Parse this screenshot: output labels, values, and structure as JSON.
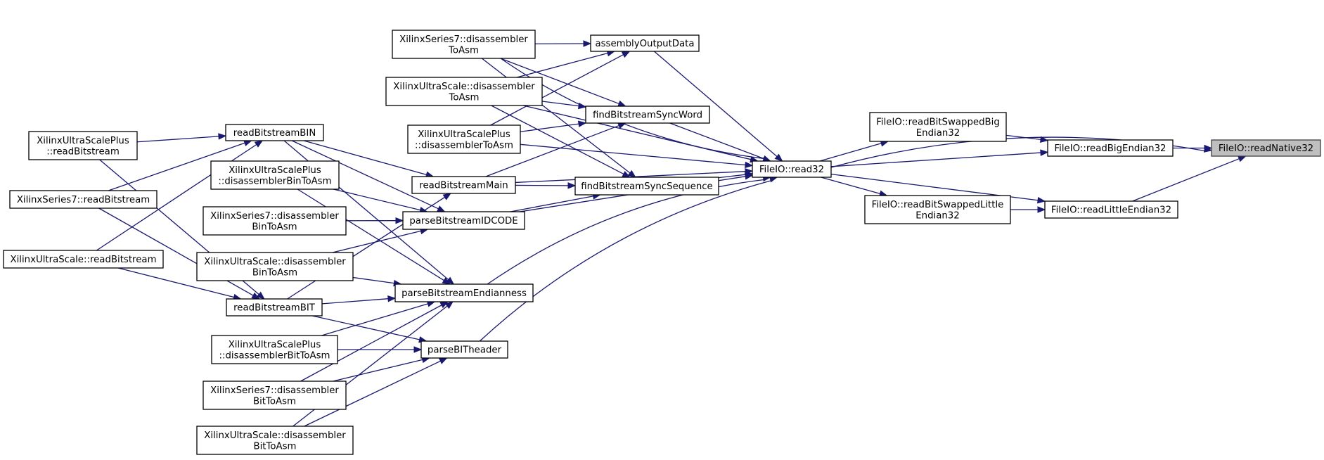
{
  "diagram": {
    "type": "doxygen-caller-graph",
    "focus_node": "readNative32",
    "colors": {
      "edge": "#191970",
      "focus_fill": "#bfbfbf",
      "node_fill": "#ffffff",
      "node_border": "#000000"
    },
    "nodes": [
      {
        "id": "readNative32",
        "lines": [
          "FileIO::readNative32"
        ],
        "focus": true
      },
      {
        "id": "readBigEndian32",
        "lines": [
          "FileIO::readBigEndian32"
        ]
      },
      {
        "id": "readLittleEndian32",
        "lines": [
          "FileIO::readLittleEndian32"
        ]
      },
      {
        "id": "readBitSwappedBigEndian32",
        "lines": [
          "FileIO::readBitSwappedBig",
          "Endian32"
        ]
      },
      {
        "id": "readBitSwappedLittleEndian32",
        "lines": [
          "FileIO::readBitSwappedLittle",
          "Endian32"
        ]
      },
      {
        "id": "read32",
        "lines": [
          "FileIO::read32"
        ]
      },
      {
        "id": "assemblyOutputData",
        "lines": [
          "assemblyOutputData"
        ]
      },
      {
        "id": "findBitstreamSyncWord",
        "lines": [
          "findBitstreamSyncWord"
        ]
      },
      {
        "id": "findBitstreamSyncSequence",
        "lines": [
          "findBitstreamSyncSequence"
        ]
      },
      {
        "id": "readBitstreamMain",
        "lines": [
          "readBitstreamMain"
        ]
      },
      {
        "id": "parseBitstreamIDCODE",
        "lines": [
          "parseBitstreamIDCODE"
        ]
      },
      {
        "id": "parseBitstreamEndianness",
        "lines": [
          "parseBitstreamEndianness"
        ]
      },
      {
        "id": "parseBITheader",
        "lines": [
          "parseBITheader"
        ]
      },
      {
        "id": "xs7DisToAsm",
        "lines": [
          "XilinxSeries7::disassembler",
          "ToAsm"
        ]
      },
      {
        "id": "xusDisToAsm",
        "lines": [
          "XilinxUltraScale::disassembler",
          "ToAsm"
        ]
      },
      {
        "id": "xuspDisToAsm",
        "lines": [
          "XilinxUltraScalePlus",
          "::disassemblerToAsm"
        ]
      },
      {
        "id": "readBitstreamBIN",
        "lines": [
          "readBitstreamBIN"
        ]
      },
      {
        "id": "readBitstreamBIT",
        "lines": [
          "readBitstreamBIT"
        ]
      },
      {
        "id": "xuspDisBinToAsm",
        "lines": [
          "XilinxUltraScalePlus",
          "::disassemblerBinToAsm"
        ]
      },
      {
        "id": "xs7DisBinToAsm",
        "lines": [
          "XilinxSeries7::disassembler",
          "BinToAsm"
        ]
      },
      {
        "id": "xusDisBinToAsm",
        "lines": [
          "XilinxUltraScale::disassembler",
          "BinToAsm"
        ]
      },
      {
        "id": "xuspDisBitToAsm",
        "lines": [
          "XilinxUltraScalePlus",
          "::disassemblerBitToAsm"
        ]
      },
      {
        "id": "xs7DisBitToAsm",
        "lines": [
          "XilinxSeries7::disassembler",
          "BitToAsm"
        ]
      },
      {
        "id": "xusDisBitToAsm",
        "lines": [
          "XilinxUltraScale::disassembler",
          "BitToAsm"
        ]
      },
      {
        "id": "xuspReadBitstream",
        "lines": [
          "XilinxUltraScalePlus",
          "::readBitstream"
        ]
      },
      {
        "id": "xs7ReadBitstream",
        "lines": [
          "XilinxSeries7::readBitstream"
        ]
      },
      {
        "id": "xusReadBitstream",
        "lines": [
          "XilinxUltraScale::readBitstream"
        ]
      }
    ],
    "edges": [
      {
        "from": "readBigEndian32",
        "to": "readNative32"
      },
      {
        "from": "readLittleEndian32",
        "to": "readNative32"
      },
      {
        "from": "read32",
        "to": "readNative32"
      },
      {
        "from": "readBitSwappedBigEndian32",
        "to": "readBigEndian32"
      },
      {
        "from": "read32",
        "to": "readBigEndian32"
      },
      {
        "from": "readBitSwappedLittleEndian32",
        "to": "readLittleEndian32"
      },
      {
        "from": "read32",
        "to": "readLittleEndian32"
      },
      {
        "from": "read32",
        "to": "readBitSwappedBigEndian32"
      },
      {
        "from": "read32",
        "to": "readBitSwappedLittleEndian32"
      },
      {
        "from": "assemblyOutputData",
        "to": "read32"
      },
      {
        "from": "findBitstreamSyncWord",
        "to": "read32"
      },
      {
        "from": "findBitstreamSyncSequence",
        "to": "read32"
      },
      {
        "from": "readBitstreamMain",
        "to": "read32"
      },
      {
        "from": "parseBitstreamIDCODE",
        "to": "read32"
      },
      {
        "from": "parseBitstreamEndianness",
        "to": "read32"
      },
      {
        "from": "parseBITheader",
        "to": "read32"
      },
      {
        "from": "xs7DisToAsm",
        "to": "read32"
      },
      {
        "from": "xusDisToAsm",
        "to": "read32"
      },
      {
        "from": "xuspDisToAsm",
        "to": "read32"
      },
      {
        "from": "xs7DisToAsm",
        "to": "assemblyOutputData"
      },
      {
        "from": "xusDisToAsm",
        "to": "assemblyOutputData"
      },
      {
        "from": "xuspDisToAsm",
        "to": "assemblyOutputData"
      },
      {
        "from": "xs7DisToAsm",
        "to": "findBitstreamSyncWord"
      },
      {
        "from": "xusDisToAsm",
        "to": "findBitstreamSyncWord"
      },
      {
        "from": "xuspDisToAsm",
        "to": "findBitstreamSyncWord"
      },
      {
        "from": "readBitstreamMain",
        "to": "findBitstreamSyncWord"
      },
      {
        "from": "xs7DisToAsm",
        "to": "findBitstreamSyncSequence"
      },
      {
        "from": "xusDisToAsm",
        "to": "findBitstreamSyncSequence"
      },
      {
        "from": "readBitstreamMain",
        "to": "findBitstreamSyncSequence"
      },
      {
        "from": "parseBitstreamIDCODE",
        "to": "findBitstreamSyncSequence"
      },
      {
        "from": "readBitstreamBIN",
        "to": "readBitstreamMain"
      },
      {
        "from": "readBitstreamBIT",
        "to": "readBitstreamMain"
      },
      {
        "from": "readBitstreamBIN",
        "to": "parseBitstreamIDCODE"
      },
      {
        "from": "xuspDisBinToAsm",
        "to": "parseBitstreamIDCODE"
      },
      {
        "from": "xs7DisBinToAsm",
        "to": "parseBitstreamIDCODE"
      },
      {
        "from": "xusDisBinToAsm",
        "to": "parseBitstreamIDCODE"
      },
      {
        "from": "readBitstreamBIN",
        "to": "parseBitstreamEndianness"
      },
      {
        "from": "xuspDisBinToAsm",
        "to": "parseBitstreamEndianness"
      },
      {
        "from": "xusDisBinToAsm",
        "to": "parseBitstreamEndianness"
      },
      {
        "from": "readBitstreamBIT",
        "to": "parseBitstreamEndianness"
      },
      {
        "from": "xuspDisBitToAsm",
        "to": "parseBitstreamEndianness"
      },
      {
        "from": "xs7DisBitToAsm",
        "to": "parseBitstreamEndianness"
      },
      {
        "from": "xusDisBitToAsm",
        "to": "parseBitstreamEndianness"
      },
      {
        "from": "readBitstreamBIT",
        "to": "parseBITheader"
      },
      {
        "from": "xuspDisBitToAsm",
        "to": "parseBITheader"
      },
      {
        "from": "xs7DisBitToAsm",
        "to": "parseBITheader"
      },
      {
        "from": "xusDisBitToAsm",
        "to": "parseBITheader"
      },
      {
        "from": "xuspReadBitstream",
        "to": "readBitstreamBIN"
      },
      {
        "from": "xs7ReadBitstream",
        "to": "readBitstreamBIN"
      },
      {
        "from": "xusReadBitstream",
        "to": "readBitstreamBIN"
      },
      {
        "from": "xuspReadBitstream",
        "to": "readBitstreamBIT"
      },
      {
        "from": "xs7ReadBitstream",
        "to": "readBitstreamBIT"
      },
      {
        "from": "xusReadBitstream",
        "to": "readBitstreamBIT"
      }
    ]
  }
}
